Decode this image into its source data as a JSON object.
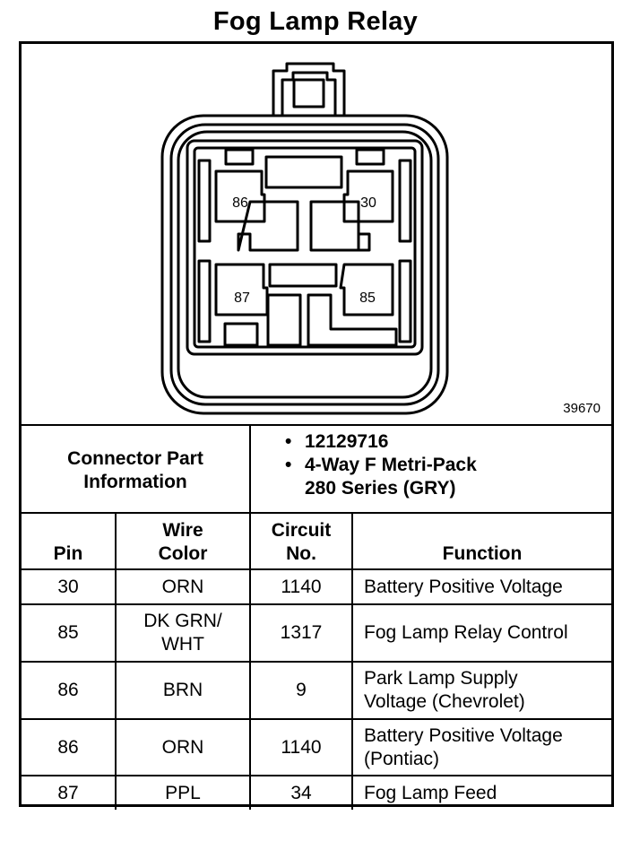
{
  "title": "Fog Lamp Relay",
  "figure_number": "39670",
  "connector": {
    "pins": [
      {
        "number": "86",
        "position": "upper-left"
      },
      {
        "number": "30",
        "position": "upper-right"
      },
      {
        "number": "87",
        "position": "lower-left"
      },
      {
        "number": "85",
        "position": "lower-right"
      }
    ]
  },
  "connector_info": {
    "label_line1": "Connector Part",
    "label_line2": "Information",
    "bullet": "•",
    "part_number": "12129716",
    "description_line1": "4-Way F Metri-Pack",
    "description_line2": "280 Series (GRY)"
  },
  "table": {
    "headers": {
      "pin": "Pin",
      "wire_color_line1": "Wire",
      "wire_color_line2": "Color",
      "circuit_line1": "Circuit",
      "circuit_line2": "No.",
      "function": "Function"
    },
    "rows": [
      {
        "pin": "30",
        "wire_color": [
          "ORN"
        ],
        "circuit": "1140",
        "function": [
          "Battery Positive Voltage"
        ]
      },
      {
        "pin": "85",
        "wire_color": [
          "DK GRN/",
          "WHT"
        ],
        "circuit": "1317",
        "function": [
          "Fog Lamp Relay Control"
        ]
      },
      {
        "pin": "86",
        "wire_color": [
          "BRN"
        ],
        "circuit": "9",
        "function": [
          "Park Lamp Supply",
          "Voltage (Chevrolet)"
        ]
      },
      {
        "pin": "86",
        "wire_color": [
          "ORN"
        ],
        "circuit": "1140",
        "function": [
          "Battery Positive Voltage",
          "(Pontiac)"
        ]
      },
      {
        "pin": "87",
        "wire_color": [
          "PPL"
        ],
        "circuit": "34",
        "function": [
          "Fog Lamp Feed"
        ]
      }
    ]
  }
}
